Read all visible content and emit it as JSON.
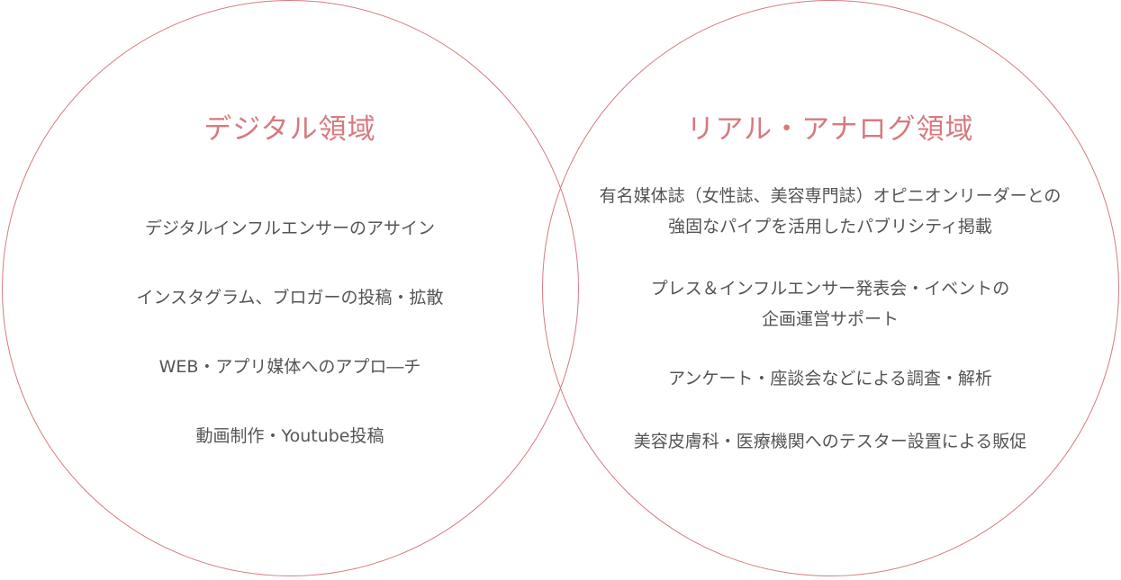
{
  "colors": {
    "accent": "#d77a80",
    "text": "#555555"
  },
  "left": {
    "title": "デジタル領域",
    "items": [
      "デジタルインフルエンサーのアサイン",
      "インスタグラム、ブロガーの投稿・拡散",
      "WEB・アプリ媒体へのアプロ―チ",
      "動画制作・Youtube投稿"
    ]
  },
  "right": {
    "title": "リアル・アナログ領域",
    "items": [
      {
        "line1": "有名媒体誌（女性誌、美容専門誌）オピニオンリーダーとの",
        "line2": "強固なパイプを活用したパブリシティ掲載"
      },
      {
        "line1": "プレス＆インフルエンサー発表会・イベントの",
        "line2": "企画運営サポート"
      },
      {
        "line1": "アンケート・座談会などによる調査・解析"
      },
      {
        "line1": "美容皮膚科・医療機関へのテスター設置による販促"
      }
    ]
  }
}
